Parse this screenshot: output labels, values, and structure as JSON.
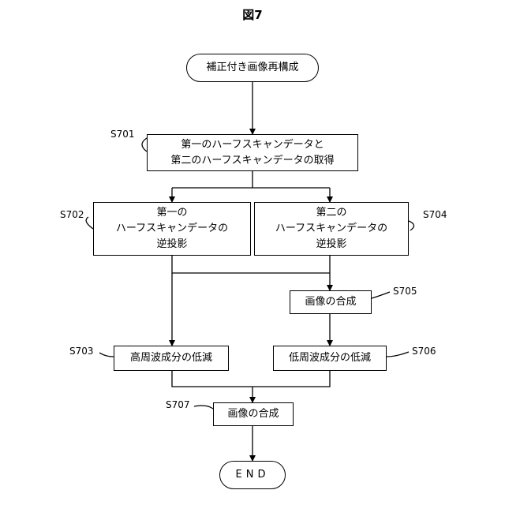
{
  "figure": {
    "title": "図7"
  },
  "nodes": {
    "start": {
      "text": "補正付き画像再構成"
    },
    "s701": {
      "step": "S701",
      "lines": [
        "第一のハーフスキャンデータと",
        "第二のハーフスキャンデータの取得"
      ]
    },
    "s702": {
      "step": "S702",
      "lines": [
        "第一の",
        "ハーフスキャンデータの",
        "逆投影"
      ]
    },
    "s704": {
      "step": "S704",
      "lines": [
        "第二の",
        "ハーフスキャンデータの",
        "逆投影"
      ]
    },
    "s705": {
      "step": "S705",
      "text": "画像の合成"
    },
    "s703": {
      "step": "S703",
      "text": "高周波成分の低減"
    },
    "s706": {
      "step": "S706",
      "text": "低周波成分の低減"
    },
    "s707": {
      "step": "S707",
      "text": "画像の合成"
    },
    "end": {
      "text": "END"
    }
  }
}
